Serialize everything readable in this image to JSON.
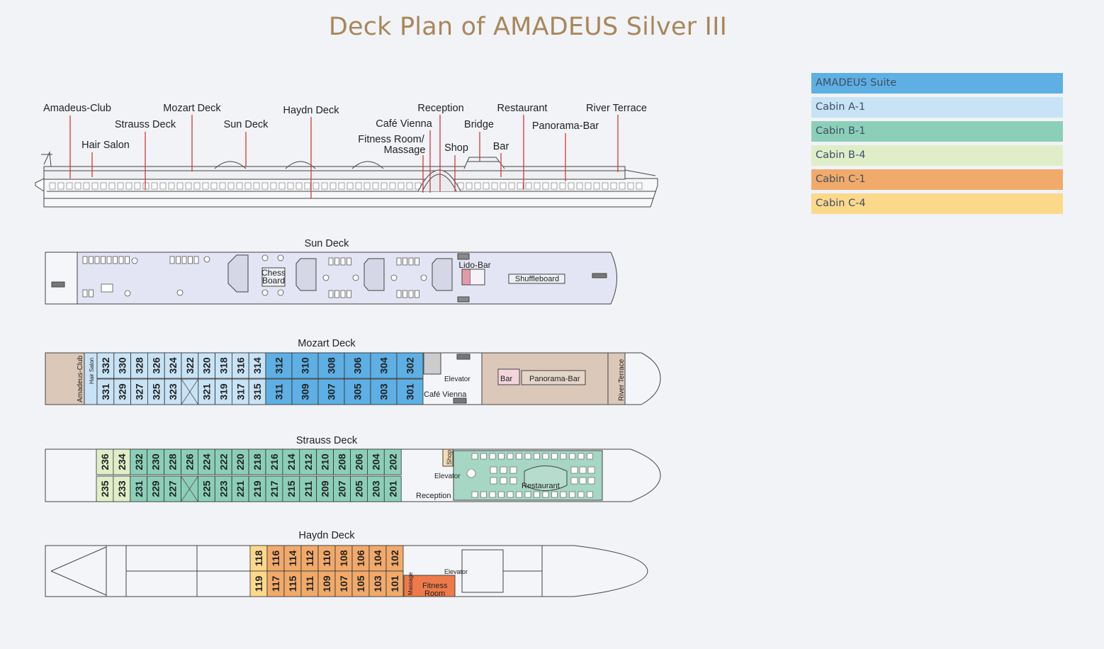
{
  "title": "Deck Plan of AMADEUS Silver III",
  "legend": [
    {
      "label": "AMADEUS Suite",
      "color": "#5eafe3"
    },
    {
      "label": "Cabin A-1",
      "color": "#c8e3f6"
    },
    {
      "label": "Cabin B-1",
      "color": "#8ccfb8"
    },
    {
      "label": "Cabin B-4",
      "color": "#dfeec8"
    },
    {
      "label": "Cabin C-1",
      "color": "#f1aa6a"
    },
    {
      "label": "Cabin C-4",
      "color": "#fcd88b"
    }
  ],
  "side_labels": [
    "Amadeus-Club",
    "Mozart Deck",
    "Haydn Deck",
    "Reception",
    "Restaurant",
    "River Terrace",
    "Strauss Deck",
    "Sun Deck",
    "Café Vienna",
    "Bridge",
    "Panorama-Bar",
    "Hair Salon",
    "Fitness Room/",
    "Massage",
    "Shop",
    "Bar"
  ],
  "sun": {
    "title": "Sun Deck",
    "chess1": "Chess",
    "chess2": "Board",
    "lido": "Lido-Bar",
    "shuffle": "Shuffleboard"
  },
  "mozart": {
    "title": "Mozart Deck",
    "top": [
      "332",
      "330",
      "328",
      "326",
      "324",
      "322",
      "320",
      "318",
      "316",
      "314",
      "312",
      "310",
      "308",
      "306",
      "304",
      "302"
    ],
    "bottom": [
      "331",
      "329",
      "327",
      "325",
      "323",
      "",
      "321",
      "319",
      "317",
      "315",
      "311",
      "309",
      "307",
      "305",
      "303",
      "301"
    ],
    "club": "Amadeus-Club",
    "salon": "Hair Salon",
    "elevator": "Elevator",
    "bar": "Bar",
    "panorama": "Panorama-Bar",
    "cafe": "Café Vienna",
    "terrace": "River Terrace"
  },
  "strauss": {
    "title": "Strauss Deck",
    "top": [
      "236",
      "234",
      "232",
      "230",
      "228",
      "226",
      "224",
      "222",
      "220",
      "218",
      "216",
      "214",
      "212",
      "210",
      "208",
      "206",
      "204",
      "202"
    ],
    "bottom": [
      "235",
      "233",
      "231",
      "229",
      "227",
      "",
      "225",
      "223",
      "221",
      "219",
      "217",
      "215",
      "211",
      "209",
      "207",
      "205",
      "203",
      "201"
    ],
    "shop": "Shop",
    "elevator": "Elevator",
    "reception": "Reception",
    "restaurant": "Restaurant"
  },
  "haydn": {
    "title": "Haydn Deck",
    "top": [
      "118",
      "116",
      "114",
      "112",
      "110",
      "108",
      "106",
      "104",
      "102"
    ],
    "bottom": [
      "119",
      "117",
      "115",
      "111",
      "109",
      "107",
      "105",
      "103",
      "101"
    ],
    "massage": "Massage",
    "fitness1": "Fitness",
    "fitness2": "Room",
    "elevator": "Elevator"
  }
}
